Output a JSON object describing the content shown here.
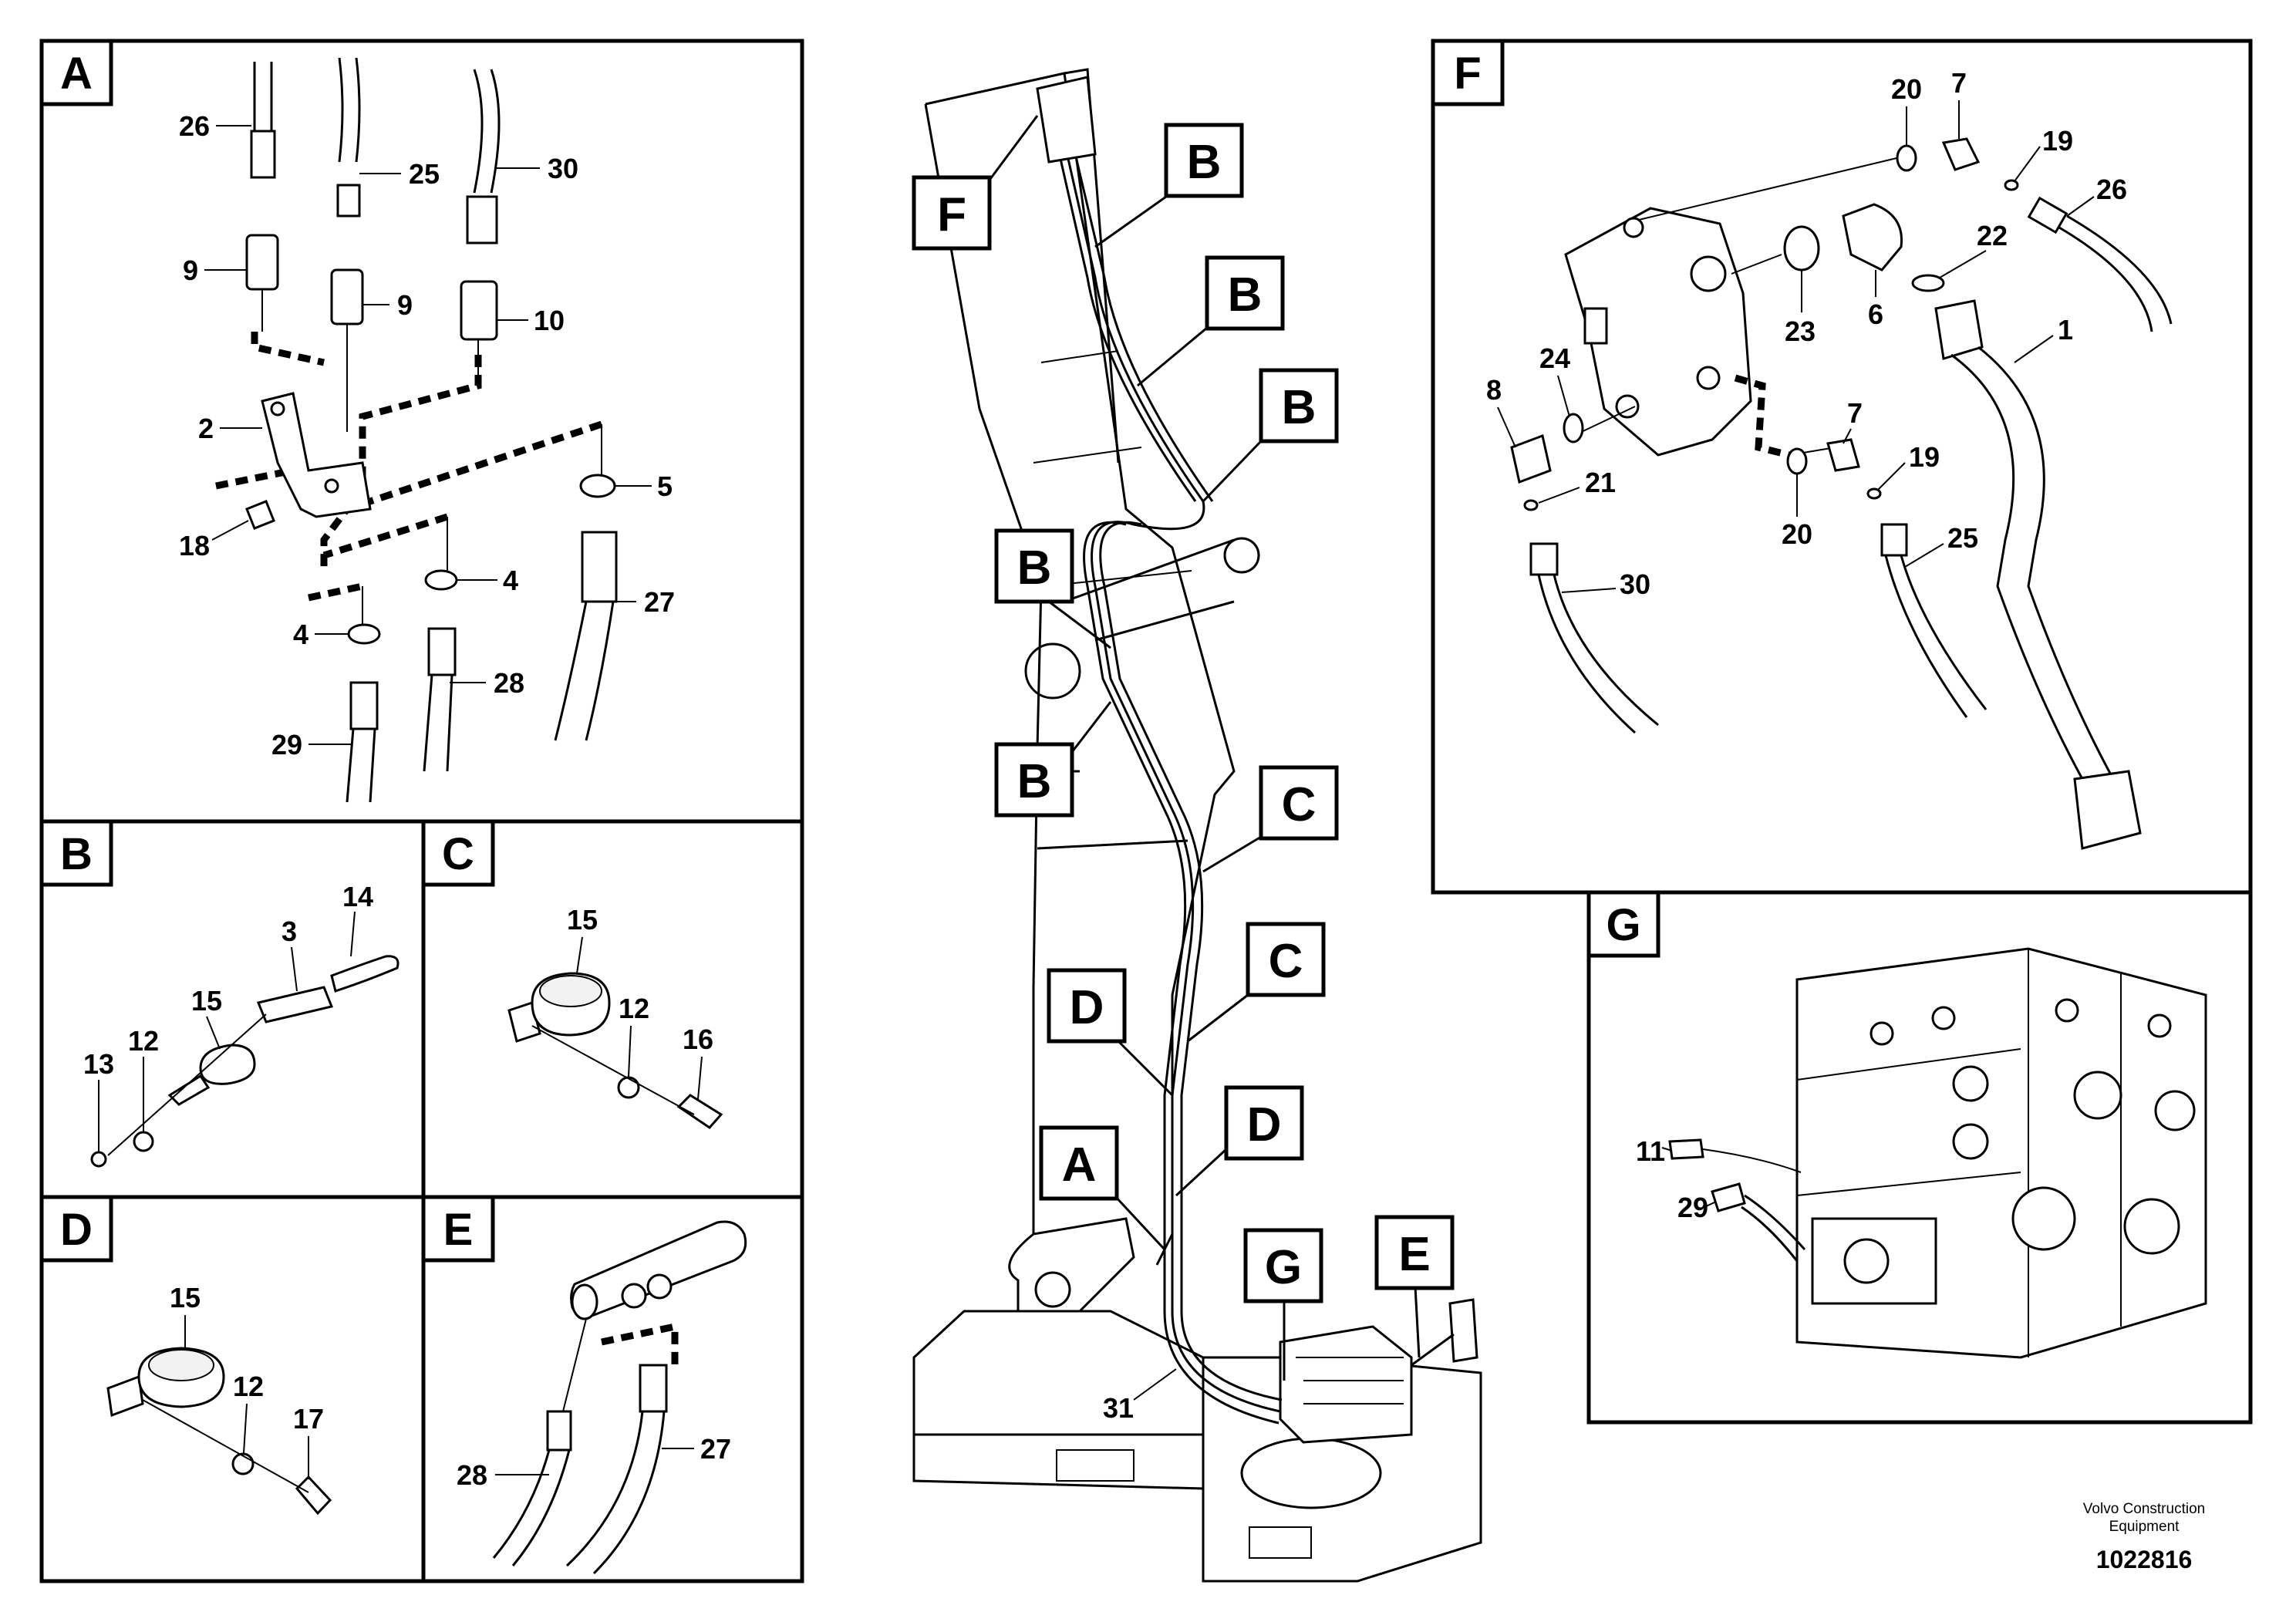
{
  "panels": {
    "A": {
      "letter": "A",
      "labels": [
        "26",
        "25",
        "30",
        "9",
        "9",
        "10",
        "2",
        "18",
        "5",
        "4",
        "4",
        "27",
        "28",
        "29"
      ]
    },
    "B": {
      "letter": "B",
      "labels": [
        "14",
        "3",
        "15",
        "12",
        "13"
      ]
    },
    "C": {
      "letter": "C",
      "labels": [
        "15",
        "12",
        "16"
      ]
    },
    "D": {
      "letter": "D",
      "labels": [
        "15",
        "12",
        "17"
      ]
    },
    "E": {
      "letter": "E",
      "labels": [
        "28",
        "27"
      ]
    },
    "F": {
      "letter": "F",
      "labels": [
        "20",
        "7",
        "19",
        "26",
        "22",
        "1",
        "23",
        "6",
        "24",
        "8",
        "21",
        "7",
        "19",
        "20",
        "25",
        "30"
      ]
    },
    "G": {
      "letter": "G",
      "labels": [
        "11",
        "29"
      ]
    }
  },
  "overview": {
    "callouts": [
      "F",
      "B",
      "B",
      "B",
      "B",
      "B",
      "C",
      "C",
      "D",
      "D",
      "A",
      "G",
      "E"
    ],
    "labels": [
      "31"
    ]
  },
  "footer": {
    "company_line1": "Volvo Construction",
    "company_line2": "Equipment",
    "drawing_number": "1022816"
  }
}
